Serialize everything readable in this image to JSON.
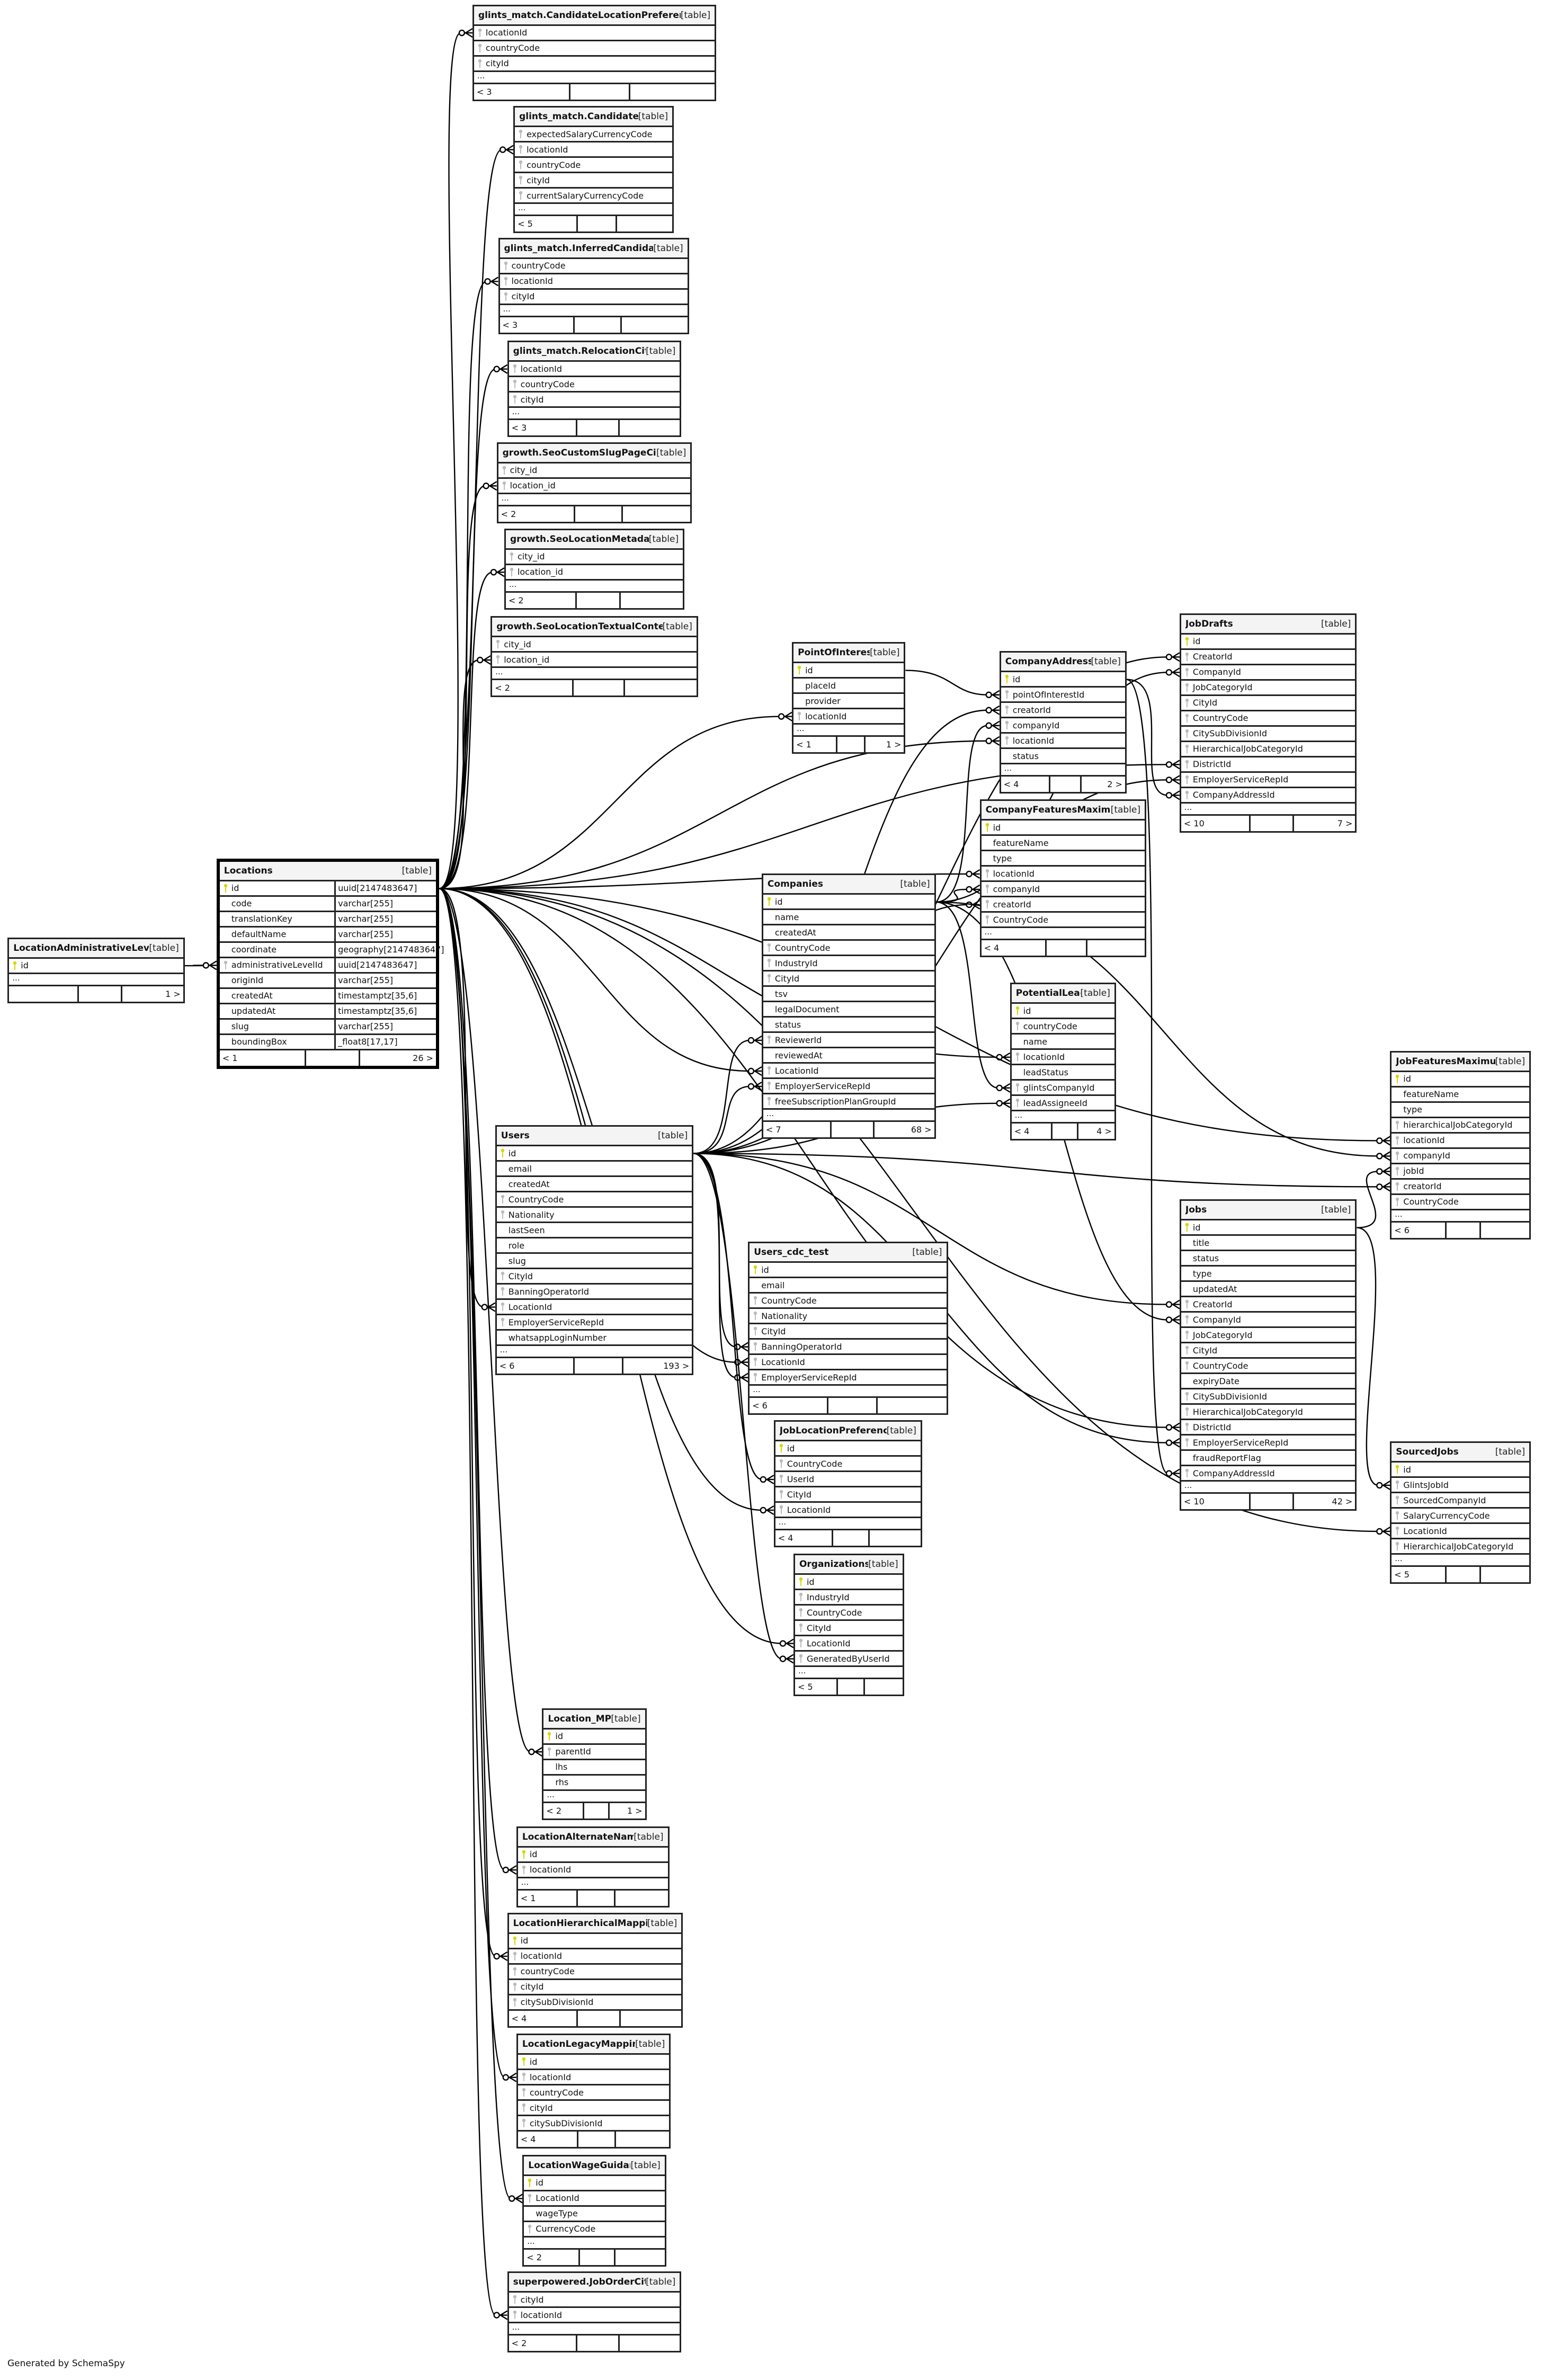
{
  "footer_text": "Generated by SchemaSpy",
  "colors": {
    "primary_key": "#d6d600",
    "foreign_key": "#bbbbbb",
    "border": "#222222"
  },
  "tables": [
    {
      "name": "glints_match.CandidateLocationPreferences",
      "kind": "[table]",
      "columns": [
        {
          "name": "locationId",
          "key": "fk"
        },
        {
          "name": "countryCode",
          "key": "fk"
        },
        {
          "name": "cityId",
          "key": "fk"
        }
      ],
      "more": "...",
      "footer": {
        "left": "< 3",
        "right": ""
      }
    },
    {
      "name": "glints_match.Candidates",
      "kind": "[table]",
      "columns": [
        {
          "name": "expectedSalaryCurrencyCode",
          "key": "fk"
        },
        {
          "name": "locationId",
          "key": "fk"
        },
        {
          "name": "countryCode",
          "key": "fk"
        },
        {
          "name": "cityId",
          "key": "fk"
        },
        {
          "name": "currentSalaryCurrencyCode",
          "key": "fk"
        }
      ],
      "more": "...",
      "footer": {
        "left": "< 5",
        "right": ""
      }
    },
    {
      "name": "glints_match.InferredCandidates",
      "kind": "[table]",
      "columns": [
        {
          "name": "countryCode",
          "key": "fk"
        },
        {
          "name": "locationId",
          "key": "fk"
        },
        {
          "name": "cityId",
          "key": "fk"
        }
      ],
      "more": "...",
      "footer": {
        "left": "< 3",
        "right": ""
      }
    },
    {
      "name": "glints_match.RelocationCities",
      "kind": "[table]",
      "columns": [
        {
          "name": "locationId",
          "key": "fk"
        },
        {
          "name": "countryCode",
          "key": "fk"
        },
        {
          "name": "cityId",
          "key": "fk"
        }
      ],
      "more": "...",
      "footer": {
        "left": "< 3",
        "right": ""
      }
    },
    {
      "name": "growth.SeoCustomSlugPageCities",
      "kind": "[table]",
      "columns": [
        {
          "name": "city_id",
          "key": "fk"
        },
        {
          "name": "location_id",
          "key": "fk"
        }
      ],
      "more": "...",
      "footer": {
        "left": "< 2",
        "right": ""
      }
    },
    {
      "name": "growth.SeoLocationMetadatas",
      "kind": "[table]",
      "columns": [
        {
          "name": "city_id",
          "key": "fk"
        },
        {
          "name": "location_id",
          "key": "fk"
        }
      ],
      "more": "...",
      "footer": {
        "left": "< 2",
        "right": ""
      }
    },
    {
      "name": "growth.SeoLocationTextualContents",
      "kind": "[table]",
      "columns": [
        {
          "name": "city_id",
          "key": "fk"
        },
        {
          "name": "location_id",
          "key": "fk"
        }
      ],
      "more": "...",
      "footer": {
        "left": "< 2",
        "right": ""
      }
    },
    {
      "name": "PointOfInterests",
      "kind": "[table]",
      "columns": [
        {
          "name": "id",
          "key": "pk"
        },
        {
          "name": "placeId",
          "key": ""
        },
        {
          "name": "provider",
          "key": ""
        },
        {
          "name": "locationId",
          "key": "fk"
        }
      ],
      "more": "...",
      "footer": {
        "left": "< 1",
        "right": "1 >"
      }
    },
    {
      "name": "CompanyAddresses",
      "kind": "[table]",
      "columns": [
        {
          "name": "id",
          "key": "pk"
        },
        {
          "name": "pointOfInterestId",
          "key": "fk"
        },
        {
          "name": "creatorId",
          "key": "fk"
        },
        {
          "name": "companyId",
          "key": "fk"
        },
        {
          "name": "locationId",
          "key": "fk"
        },
        {
          "name": "status",
          "key": ""
        }
      ],
      "more": "...",
      "footer": {
        "left": "< 4",
        "right": "2 >"
      }
    },
    {
      "name": "JobDrafts",
      "kind": "[table]",
      "columns": [
        {
          "name": "id",
          "key": "pk"
        },
        {
          "name": "CreatorId",
          "key": "fk"
        },
        {
          "name": "CompanyId",
          "key": "fk"
        },
        {
          "name": "JobCategoryId",
          "key": "fk"
        },
        {
          "name": "CityId",
          "key": "fk"
        },
        {
          "name": "CountryCode",
          "key": "fk"
        },
        {
          "name": "CitySubDivisionId",
          "key": "fk"
        },
        {
          "name": "HierarchicalJobCategoryId",
          "key": "fk"
        },
        {
          "name": "DistrictId",
          "key": "fk"
        },
        {
          "name": "EmployerServiceRepId",
          "key": "fk"
        },
        {
          "name": "CompanyAddressId",
          "key": "fk"
        }
      ],
      "more": "...",
      "footer": {
        "left": "< 10",
        "right": "7 >"
      }
    },
    {
      "name": "CompanyFeaturesMaximum",
      "kind": "[table]",
      "columns": [
        {
          "name": "id",
          "key": "pk"
        },
        {
          "name": "featureName",
          "key": ""
        },
        {
          "name": "type",
          "key": ""
        },
        {
          "name": "locationId",
          "key": "fk"
        },
        {
          "name": "companyId",
          "key": "fk"
        },
        {
          "name": "creatorId",
          "key": "fk"
        },
        {
          "name": "CountryCode",
          "key": "fk"
        }
      ],
      "more": "...",
      "footer": {
        "left": "< 4",
        "right": ""
      }
    },
    {
      "name": "Locations",
      "kind": "[table]",
      "columns": [
        {
          "name": "id",
          "key": "pk",
          "type": "uuid[2147483647]"
        },
        {
          "name": "code",
          "key": "",
          "type": "varchar[255]"
        },
        {
          "name": "translationKey",
          "key": "",
          "type": "varchar[255]"
        },
        {
          "name": "defaultName",
          "key": "",
          "type": "varchar[255]"
        },
        {
          "name": "coordinate",
          "key": "",
          "type": "geography[2147483647]"
        },
        {
          "name": "administrativeLevelId",
          "key": "fk",
          "type": "uuid[2147483647]"
        },
        {
          "name": "originId",
          "key": "",
          "type": "varchar[255]"
        },
        {
          "name": "createdAt",
          "key": "",
          "type": "timestamptz[35,6]"
        },
        {
          "name": "updatedAt",
          "key": "",
          "type": "timestamptz[35,6]"
        },
        {
          "name": "slug",
          "key": "",
          "type": "varchar[255]"
        },
        {
          "name": "boundingBox",
          "key": "",
          "type": "_float8[17,17]"
        }
      ],
      "footer": {
        "left": "< 1",
        "right": "26 >"
      }
    },
    {
      "name": "LocationAdministrativeLevels",
      "kind": "[table]",
      "columns": [
        {
          "name": "id",
          "key": "pk"
        }
      ],
      "more": "...",
      "footer": {
        "left": "",
        "right": "1 >"
      }
    },
    {
      "name": "Companies",
      "kind": "[table]",
      "columns": [
        {
          "name": "id",
          "key": "pk"
        },
        {
          "name": "name",
          "key": ""
        },
        {
          "name": "createdAt",
          "key": ""
        },
        {
          "name": "CountryCode",
          "key": "fk"
        },
        {
          "name": "IndustryId",
          "key": "fk"
        },
        {
          "name": "CityId",
          "key": "fk"
        },
        {
          "name": "tsv",
          "key": ""
        },
        {
          "name": "legalDocument",
          "key": ""
        },
        {
          "name": "status",
          "key": ""
        },
        {
          "name": "ReviewerId",
          "key": "fk"
        },
        {
          "name": "reviewedAt",
          "key": ""
        },
        {
          "name": "LocationId",
          "key": "fk"
        },
        {
          "name": "EmployerServiceRepId",
          "key": "fk"
        },
        {
          "name": "freeSubscriptionPlanGroupId",
          "key": "fk"
        }
      ],
      "more": "...",
      "footer": {
        "left": "< 7",
        "right": "68 >"
      }
    },
    {
      "name": "PotentialLeads",
      "kind": "[table]",
      "columns": [
        {
          "name": "id",
          "key": "pk"
        },
        {
          "name": "countryCode",
          "key": "fk"
        },
        {
          "name": "name",
          "key": ""
        },
        {
          "name": "locationId",
          "key": "fk"
        },
        {
          "name": "leadStatus",
          "key": ""
        },
        {
          "name": "glintsCompanyId",
          "key": "fk"
        },
        {
          "name": "leadAssigneeId",
          "key": "fk"
        }
      ],
      "more": "...",
      "footer": {
        "left": "< 4",
        "right": "4 >"
      }
    },
    {
      "name": "JobFeaturesMaximum",
      "kind": "[table]",
      "columns": [
        {
          "name": "id",
          "key": "pk"
        },
        {
          "name": "featureName",
          "key": ""
        },
        {
          "name": "type",
          "key": ""
        },
        {
          "name": "hierarchicalJobCategoryId",
          "key": "fk"
        },
        {
          "name": "locationId",
          "key": "fk"
        },
        {
          "name": "companyId",
          "key": "fk"
        },
        {
          "name": "jobId",
          "key": "fk"
        },
        {
          "name": "creatorId",
          "key": "fk"
        },
        {
          "name": "CountryCode",
          "key": "fk"
        }
      ],
      "more": "...",
      "footer": {
        "left": "< 6",
        "right": ""
      }
    },
    {
      "name": "Users",
      "kind": "[table]",
      "columns": [
        {
          "name": "id",
          "key": "pk"
        },
        {
          "name": "email",
          "key": ""
        },
        {
          "name": "createdAt",
          "key": ""
        },
        {
          "name": "CountryCode",
          "key": "fk"
        },
        {
          "name": "Nationality",
          "key": "fk"
        },
        {
          "name": "lastSeen",
          "key": ""
        },
        {
          "name": "role",
          "key": ""
        },
        {
          "name": "slug",
          "key": ""
        },
        {
          "name": "CityId",
          "key": "fk"
        },
        {
          "name": "BanningOperatorId",
          "key": "fk"
        },
        {
          "name": "LocationId",
          "key": "fk"
        },
        {
          "name": "EmployerServiceRepId",
          "key": "fk"
        },
        {
          "name": "whatsappLoginNumber",
          "key": ""
        }
      ],
      "more": "...",
      "footer": {
        "left": "< 6",
        "right": "193 >"
      }
    },
    {
      "name": "Jobs",
      "kind": "[table]",
      "columns": [
        {
          "name": "id",
          "key": "pk"
        },
        {
          "name": "title",
          "key": ""
        },
        {
          "name": "status",
          "key": ""
        },
        {
          "name": "type",
          "key": ""
        },
        {
          "name": "updatedAt",
          "key": ""
        },
        {
          "name": "CreatorId",
          "key": "fk"
        },
        {
          "name": "CompanyId",
          "key": "fk"
        },
        {
          "name": "JobCategoryId",
          "key": "fk"
        },
        {
          "name": "CityId",
          "key": "fk"
        },
        {
          "name": "CountryCode",
          "key": "fk"
        },
        {
          "name": "expiryDate",
          "key": ""
        },
        {
          "name": "CitySubDivisionId",
          "key": "fk"
        },
        {
          "name": "HierarchicalJobCategoryId",
          "key": "fk"
        },
        {
          "name": "DistrictId",
          "key": "fk"
        },
        {
          "name": "EmployerServiceRepId",
          "key": "fk"
        },
        {
          "name": "fraudReportFlag",
          "key": ""
        },
        {
          "name": "CompanyAddressId",
          "key": "fk"
        }
      ],
      "more": "...",
      "footer": {
        "left": "< 10",
        "right": "42 >"
      }
    },
    {
      "name": "Users_cdc_test",
      "kind": "[table]",
      "columns": [
        {
          "name": "id",
          "key": "pk"
        },
        {
          "name": "email",
          "key": ""
        },
        {
          "name": "CountryCode",
          "key": "fk"
        },
        {
          "name": "Nationality",
          "key": "fk"
        },
        {
          "name": "CityId",
          "key": "fk"
        },
        {
          "name": "BanningOperatorId",
          "key": "fk"
        },
        {
          "name": "LocationId",
          "key": "fk"
        },
        {
          "name": "EmployerServiceRepId",
          "key": "fk"
        }
      ],
      "more": "...",
      "footer": {
        "left": "< 6",
        "right": ""
      }
    },
    {
      "name": "SourcedJobs",
      "kind": "[table]",
      "columns": [
        {
          "name": "id",
          "key": "pk"
        },
        {
          "name": "GlintsJobId",
          "key": "fk"
        },
        {
          "name": "SourcedCompanyId",
          "key": "fk"
        },
        {
          "name": "SalaryCurrencyCode",
          "key": "fk"
        },
        {
          "name": "LocationId",
          "key": "fk"
        },
        {
          "name": "HierarchicalJobCategoryId",
          "key": "fk"
        }
      ],
      "more": "...",
      "footer": {
        "left": "< 5",
        "right": ""
      }
    },
    {
      "name": "JobLocationPreferences",
      "kind": "[table]",
      "columns": [
        {
          "name": "id",
          "key": "pk"
        },
        {
          "name": "CountryCode",
          "key": "fk"
        },
        {
          "name": "UserId",
          "key": "fk"
        },
        {
          "name": "CityId",
          "key": "fk"
        },
        {
          "name": "LocationId",
          "key": "fk"
        }
      ],
      "more": "...",
      "footer": {
        "left": "< 4",
        "right": ""
      }
    },
    {
      "name": "Organizations",
      "kind": "[table]",
      "columns": [
        {
          "name": "id",
          "key": "pk"
        },
        {
          "name": "IndustryId",
          "key": "fk"
        },
        {
          "name": "CountryCode",
          "key": "fk"
        },
        {
          "name": "CityId",
          "key": "fk"
        },
        {
          "name": "LocationId",
          "key": "fk"
        },
        {
          "name": "GeneratedByUserId",
          "key": "fk"
        }
      ],
      "more": "...",
      "footer": {
        "left": "< 5",
        "right": ""
      }
    },
    {
      "name": "Location_MPTT",
      "kind": "[table]",
      "columns": [
        {
          "name": "id",
          "key": "pk"
        },
        {
          "name": "parentId",
          "key": "fk"
        },
        {
          "name": "lhs",
          "key": ""
        },
        {
          "name": "rhs",
          "key": ""
        }
      ],
      "more": "...",
      "footer": {
        "left": "< 2",
        "right": "1 >"
      }
    },
    {
      "name": "LocationAlternateNames",
      "kind": "[table]",
      "columns": [
        {
          "name": "id",
          "key": "pk"
        },
        {
          "name": "locationId",
          "key": "fk"
        }
      ],
      "more": "...",
      "footer": {
        "left": "< 1",
        "right": ""
      }
    },
    {
      "name": "LocationHierarchicalMappings",
      "kind": "[table]",
      "columns": [
        {
          "name": "id",
          "key": "pk"
        },
        {
          "name": "locationId",
          "key": "fk"
        },
        {
          "name": "countryCode",
          "key": "fk"
        },
        {
          "name": "cityId",
          "key": "fk"
        },
        {
          "name": "citySubDivisionId",
          "key": "fk"
        }
      ],
      "footer": {
        "left": "< 4",
        "right": ""
      }
    },
    {
      "name": "LocationLegacyMappings",
      "kind": "[table]",
      "columns": [
        {
          "name": "id",
          "key": "pk"
        },
        {
          "name": "locationId",
          "key": "fk"
        },
        {
          "name": "countryCode",
          "key": "fk"
        },
        {
          "name": "cityId",
          "key": "fk"
        },
        {
          "name": "citySubDivisionId",
          "key": "fk"
        }
      ],
      "footer": {
        "left": "< 4",
        "right": ""
      }
    },
    {
      "name": "LocationWageGuidance",
      "kind": "[table]",
      "columns": [
        {
          "name": "id",
          "key": "pk"
        },
        {
          "name": "LocationId",
          "key": "fk"
        },
        {
          "name": "wageType",
          "key": ""
        },
        {
          "name": "CurrencyCode",
          "key": "fk"
        }
      ],
      "more": "...",
      "footer": {
        "left": "< 2",
        "right": ""
      }
    },
    {
      "name": "superpowered.JobOrderCities",
      "kind": "[table]",
      "columns": [
        {
          "name": "cityId",
          "key": "fk"
        },
        {
          "name": "locationId",
          "key": "fk"
        }
      ],
      "more": "...",
      "footer": {
        "left": "< 2",
        "right": ""
      }
    }
  ]
}
